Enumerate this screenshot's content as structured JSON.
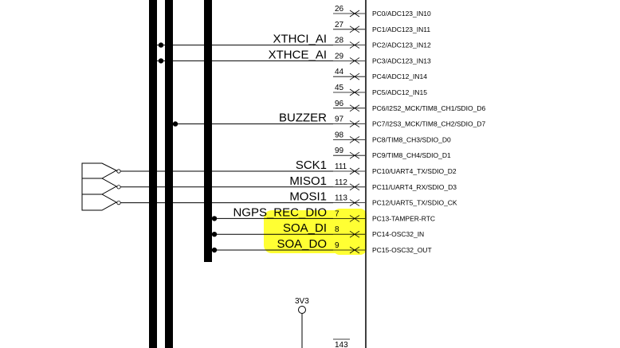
{
  "colors": {
    "wire": "#000000",
    "highlight": "#ffff33"
  },
  "power": {
    "label": "3V3"
  },
  "bottom_pin": "143",
  "pins": [
    {
      "num": "26",
      "name": "PC0/ADC123_IN10",
      "net": ""
    },
    {
      "num": "27",
      "name": "PC1/ADC123_IN11",
      "net": ""
    },
    {
      "num": "28",
      "name": "PC2/ADC123_IN12",
      "net": "XTHCI_AI"
    },
    {
      "num": "29",
      "name": "PC3/ADC123_IN13",
      "net": "XTHCE_AI"
    },
    {
      "num": "44",
      "name": "PC4/ADC12_IN14",
      "net": ""
    },
    {
      "num": "45",
      "name": "PC5/ADC12_IN15",
      "net": ""
    },
    {
      "num": "96",
      "name": "PC6/I2S2_MCK/TIM8_CH1/SDIO_D6",
      "net": ""
    },
    {
      "num": "97",
      "name": "PC7/I2S3_MCK/TIM8_CH2/SDIO_D7",
      "net": "BUZZER"
    },
    {
      "num": "98",
      "name": "PC8/TIM8_CH3/SDIO_D0",
      "net": ""
    },
    {
      "num": "99",
      "name": "PC9/TIM8_CH4/SDIO_D1",
      "net": ""
    },
    {
      "num": "111",
      "name": "PC10/UART4_TX/SDIO_D2",
      "net": "SCK1"
    },
    {
      "num": "112",
      "name": "PC11/UART4_RX/SDIO_D3",
      "net": "MISO1"
    },
    {
      "num": "113",
      "name": "PC12/UART5_TX/SDIO_CK",
      "net": "MOSI1"
    },
    {
      "num": "7",
      "name": "PC13-TAMPER-RTC",
      "net": "NGPS_REC_DIO"
    },
    {
      "num": "8",
      "name": "PC14-OSC32_IN",
      "net": "SOA_DI"
    },
    {
      "num": "9",
      "name": "PC15-OSC32_OUT",
      "net": "SOA_DO"
    }
  ]
}
